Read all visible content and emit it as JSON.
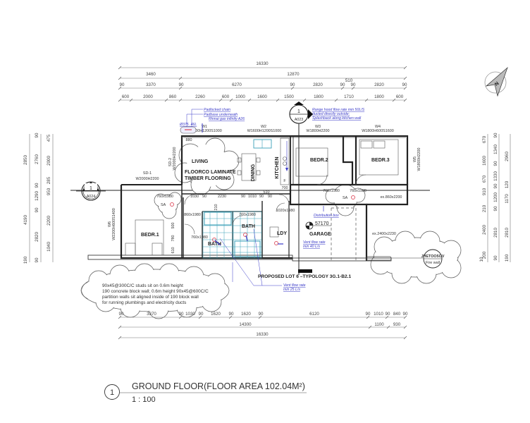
{
  "drawing": {
    "title": "GROUND FLOOR(FLOOR AREA 102.04M²)",
    "scale": "1 : 100",
    "view_number": "1",
    "lot_label": "PROPOSED LOT 6 –TYPOLOGY 3G.1-B2.1",
    "north_label": "N"
  },
  "dimensions": {
    "top_overall": "16330",
    "top_row2": [
      "3460",
      "12870"
    ],
    "top_row3_extra": "510",
    "top_row3": [
      "90",
      "3370",
      "90",
      "6270",
      "90",
      "2820",
      "90",
      "90",
      "2820",
      "90"
    ],
    "top_row4": [
      "600",
      "2000",
      "860",
      "2260",
      "600",
      "1000",
      "1600",
      "1500",
      "1800",
      "1710",
      "1800",
      "600"
    ],
    "bottom_row1": [
      "90",
      "3370",
      "90",
      "1030",
      "90",
      "1620",
      "90",
      "1620",
      "90",
      "6120",
      "90",
      "1010",
      "90",
      "840",
      "90"
    ],
    "bottom_row2": [
      "14300",
      "1100",
      "930"
    ],
    "bottom_overall": "16330",
    "left_col1": [
      "2850",
      "4190",
      "190"
    ],
    "left_col2": [
      "90",
      "2760",
      "90",
      "1290",
      "90",
      "2820",
      "90"
    ],
    "left_col3": [
      "475",
      "2000",
      "285",
      "950",
      "2200",
      "1040"
    ],
    "right_col1": [
      "670",
      "1600",
      "670",
      "910",
      "210",
      "2400",
      "200",
      "10"
    ],
    "right_col2": [
      "90",
      "1340",
      "90",
      "1330",
      "90",
      "1200",
      "90",
      "2810",
      "90"
    ],
    "right_col3": [
      "2960",
      "120",
      "1170",
      "2810",
      "190"
    ]
  },
  "rooms": {
    "living": "LIVING",
    "flooring_1": "FLOORCO LAMINATE",
    "flooring_2": "TIMBER FLOORING",
    "dining": "DINING",
    "kitchen": "KITCHEN",
    "bedr2": "BEDR.2",
    "bedr3": "BEDR.3",
    "bedr1": "BEDR.1",
    "bath1": "BATH",
    "bath2": "BATH",
    "ldy": "LDY",
    "garage": "GARAGE"
  },
  "windows": {
    "w1": "W1",
    "w1_size": "W600H1200S1000",
    "w2": "W2",
    "w2_size": "W1600H1200S1000",
    "w3": "W3",
    "w3_size": "W1800H2200",
    "w4": "W4",
    "w4_size": "W1800H600S1600",
    "w5": "W5",
    "w5_size": "W1800H2200",
    "w6": "W6",
    "w6_size": "W2200H600S1400",
    "sd1": "SD-1",
    "sd1_size": "W2000H2200",
    "sd2": "SD-2",
    "sd2_size": "W2000H2200"
  },
  "doors": {
    "d_living_top": "880",
    "d_bed1": "760x1980",
    "d_hall1": "860x1980",
    "d_bath1": "760x1980",
    "d_bath2": "760x1980",
    "d_ldy": "1020x1980",
    "d_bed2": "760x1980",
    "d_bed3": "760x1980",
    "d_ex_garage": "ex.860x2200",
    "d_garage": "ex.2400x2230",
    "hall_w1": "1030",
    "hall_w2": "2230",
    "hall_w3": "1010",
    "hall_90a": "90",
    "hall_90b": "90",
    "hall_90c": "90",
    "hall_90d": "90",
    "hall_510": "510",
    "kitchen_700": "700",
    "kitchen_f": "F",
    "bath_210": "210",
    "bed1_500": "500",
    "bed1_780": "780",
    "bed1_610": "610"
  },
  "annotations": {
    "padlocked_chain": "Padlocked chain",
    "padbase": "Padbase underneath",
    "rinnai": "Rinnai gas infinity A26",
    "hws": "Ø375 .46L",
    "rangehood_1": "Range hood flow rate min 50L/S",
    "rangehood_2": "ducted directly outside;",
    "rangehood_3": "Splashback along kitchen wall",
    "distribution_box": "Distribution box",
    "level": "57170",
    "vent_garage_1": "Vent flow rate",
    "vent_garage_2": "min 40 L/s",
    "vent_bath_1": "Vent flow rate",
    "vent_bath_2": "min 25 L/s",
    "sa": "SA",
    "firewall_code": "JHETOO5OV",
    "firewall_label": "Fire wall",
    "note_line1": "90x45@300C/C studs sit on 0.6m height",
    "note_line2": "190 concrete block wall; 0.6m height 90x45@600C/C",
    "note_line3": "partition walls sit aligned inside of 190 block wall",
    "note_line4": "for running plumbings and electricity ducts"
  },
  "section_markers": {
    "a023_num": "1",
    "a023_sheet": "A023",
    "a024_num": "1",
    "a024_sheet": "A024"
  },
  "colors": {
    "annotation_blue": "#3a3ac8",
    "tile_cyan": "#3aa0b8",
    "smoke_alarm_red": "#e05a6a",
    "wall": "#222222"
  }
}
